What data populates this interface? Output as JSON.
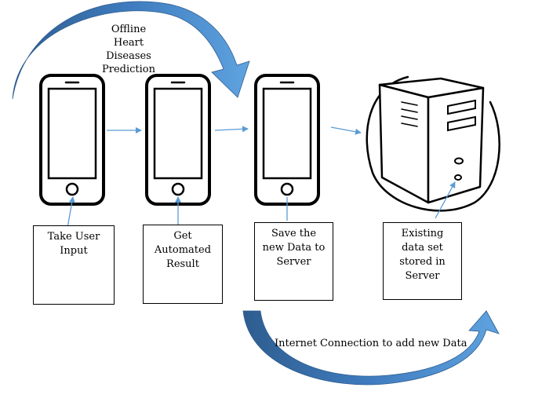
{
  "top_arc_label": "Offline\nHeart\nDiseases\nPrediction",
  "steps": [
    {
      "label": "Take User\nInput"
    },
    {
      "label": "Get\nAutomated\nResult"
    },
    {
      "label": "Save the\nnew Data to\nServer"
    },
    {
      "label": "Existing\ndata set\nstored in\nServer"
    }
  ],
  "bottom_arc_label": "Internet Connection to add new Data",
  "colors": {
    "arc_fill": "#5b9bd5",
    "arc_dark": "#2e5d8f",
    "connector": "#5b9bd5",
    "device_outline": "#000000"
  },
  "icons": [
    "smartphone-icon",
    "smartphone-icon",
    "smartphone-icon",
    "server-tower-icon"
  ]
}
